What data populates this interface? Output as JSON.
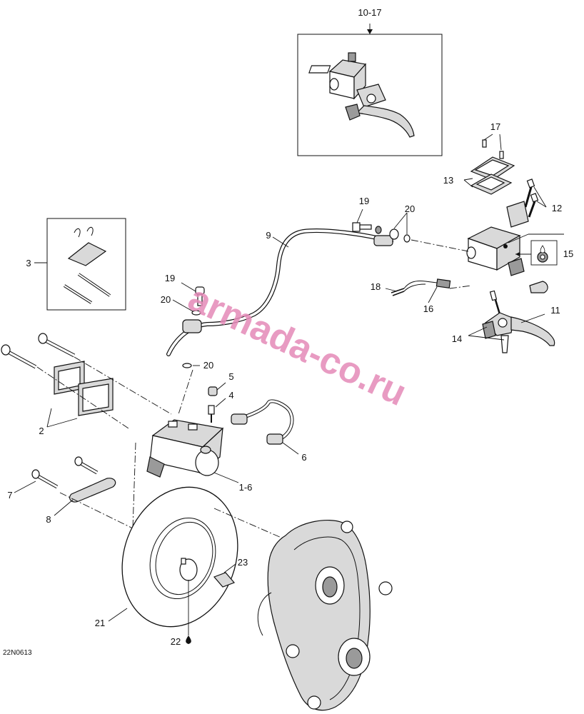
{
  "watermark": "armada-co.ru",
  "drawing_code": "22N0613",
  "callouts": {
    "c10_17": "10-17",
    "c17": "17",
    "c13": "13",
    "c12": "12",
    "c19a": "19",
    "c20a": "20",
    "c9": "9",
    "c15": "15",
    "c3": "3",
    "c18": "18",
    "c16": "16",
    "c11": "11",
    "c19b": "19",
    "c20b": "20",
    "c14": "14",
    "c20c": "20",
    "c5": "5",
    "c4": "4",
    "c2": "2",
    "c6": "6",
    "c1_6": "1-6",
    "c7": "7",
    "c8": "8",
    "c23": "23",
    "c21": "21",
    "c22": "22"
  }
}
